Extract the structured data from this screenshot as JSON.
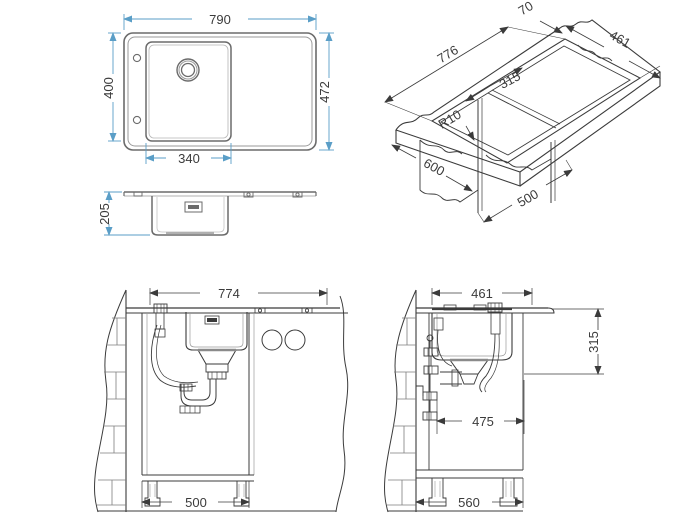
{
  "drawing": {
    "title": "Kitchen sink installation technical drawing",
    "background_color": "#ffffff",
    "line_color": "#3b3b3b",
    "dimension_line_color_blue": "#5a9ec7",
    "dimension_line_color_grey": "#4a4a4a",
    "text_color": "#3b3b3b"
  },
  "views": {
    "plan": {
      "name": "top-plan-view",
      "dimensions": {
        "overall_width": "790",
        "bowl_width": "340",
        "bowl_depth": "400",
        "overall_depth": "472"
      }
    },
    "section": {
      "name": "side-section-view",
      "dimensions": {
        "bowl_height": "205"
      }
    },
    "isometric": {
      "name": "isometric-cutout-view",
      "dimensions": {
        "cutout_length": "776",
        "cutout_width": "461",
        "edge_offset": "70",
        "inner_offset": "315",
        "corner_radius": "R10",
        "cabinet_depth": "600",
        "cabinet_width": "500"
      }
    },
    "elevation_front": {
      "name": "front-elevation-installation-view",
      "dimensions": {
        "worktop_width": "774",
        "cabinet_width": "500"
      }
    },
    "elevation_side": {
      "name": "side-elevation-installation-view",
      "dimensions": {
        "cutout_width": "461",
        "bowl_clearance_height": "315",
        "trap_offset": "475",
        "cabinet_depth": "560"
      }
    }
  },
  "labels": {
    "l790": "790",
    "l400": "400",
    "l472": "472",
    "l340": "340",
    "l205": "205",
    "l776": "776",
    "l461_iso": "461",
    "l70": "70",
    "l315_iso": "315",
    "lR10": "R10",
    "l600": "600",
    "l500_iso": "500",
    "l774": "774",
    "l500_front": "500",
    "l461_side": "461",
    "l315_side": "315",
    "l475": "475",
    "l560": "560"
  }
}
